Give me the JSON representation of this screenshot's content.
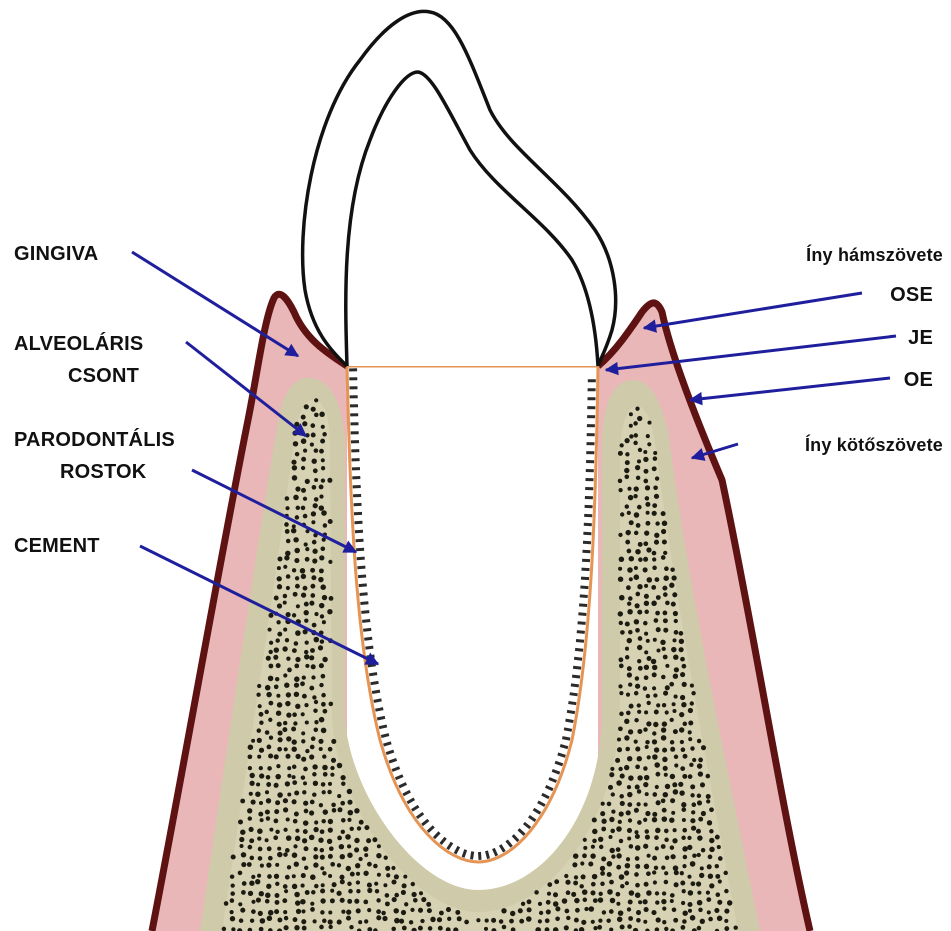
{
  "colors": {
    "gingiva": "#e9b7b7",
    "gingiva_outline": "#5e1212",
    "bone_cortex": "#cfcaa9",
    "bone_marrow": "#ddd8bd",
    "bone_dots": "#1b1b12",
    "cementum": "#e59454",
    "pdl_fibers": "#2b2b2b",
    "arrow": "#1f1f9e",
    "tooth_outline": "#111111"
  },
  "labels": {
    "gingiva": "GINGIVA",
    "alveolar_line1": "ALVEOLÁRIS",
    "alveolar_line2": "CSONT",
    "parodontal_line1": "PARODONTÁLIS",
    "parodontal_line2": "ROSTOK",
    "cement": "CEMENT",
    "iny_hamszovete": "Íny hámszövete",
    "ose": "OSE",
    "je": "JE",
    "oe": "OE",
    "iny_kotoszovete": "Íny kötőszövete"
  }
}
